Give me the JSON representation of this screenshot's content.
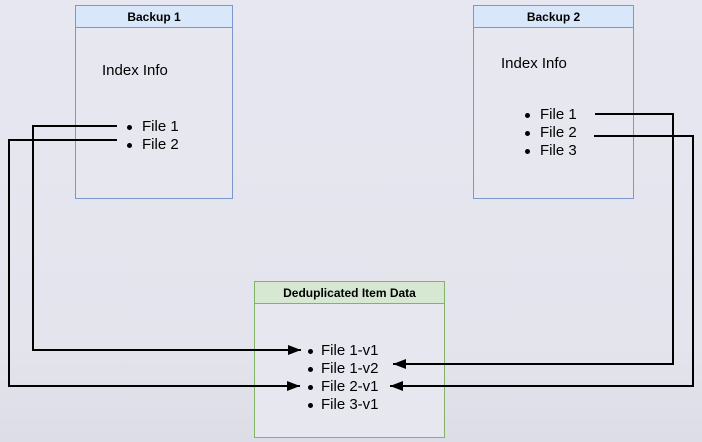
{
  "diagram": {
    "nodes": {
      "backup1": {
        "title": "Backup 1",
        "subtitle": "Index Info",
        "items": [
          "File 1",
          "File 2"
        ]
      },
      "backup2": {
        "title": "Backup 2",
        "subtitle": "Index Info",
        "items": [
          "File 1",
          "File 2",
          "File 3"
        ]
      },
      "dedup": {
        "title": "Deduplicated Item Data",
        "items": [
          "File 1-v1",
          "File 1-v2",
          "File 2-v1",
          "File 3-v1"
        ]
      }
    },
    "edges": [
      {
        "from": "Backup 1 / File 1",
        "to": "Deduplicated Item Data / File 1-v1"
      },
      {
        "from": "Backup 1 / File 2",
        "to": "Deduplicated Item Data / File 2-v1"
      },
      {
        "from": "Backup 2 / File 1",
        "to": "Deduplicated Item Data / File 1-v2"
      },
      {
        "from": "Backup 2 / File 2",
        "to": "Deduplicated Item Data / File 2-v1"
      }
    ],
    "colors": {
      "background": "#e5e5ee",
      "blue_border": "#7e97ca",
      "blue_header_fill": "#d9e7fa",
      "green_border": "#82b366",
      "green_header_fill": "#d6e8d2",
      "edge": "#000000",
      "text": "#000000"
    }
  }
}
